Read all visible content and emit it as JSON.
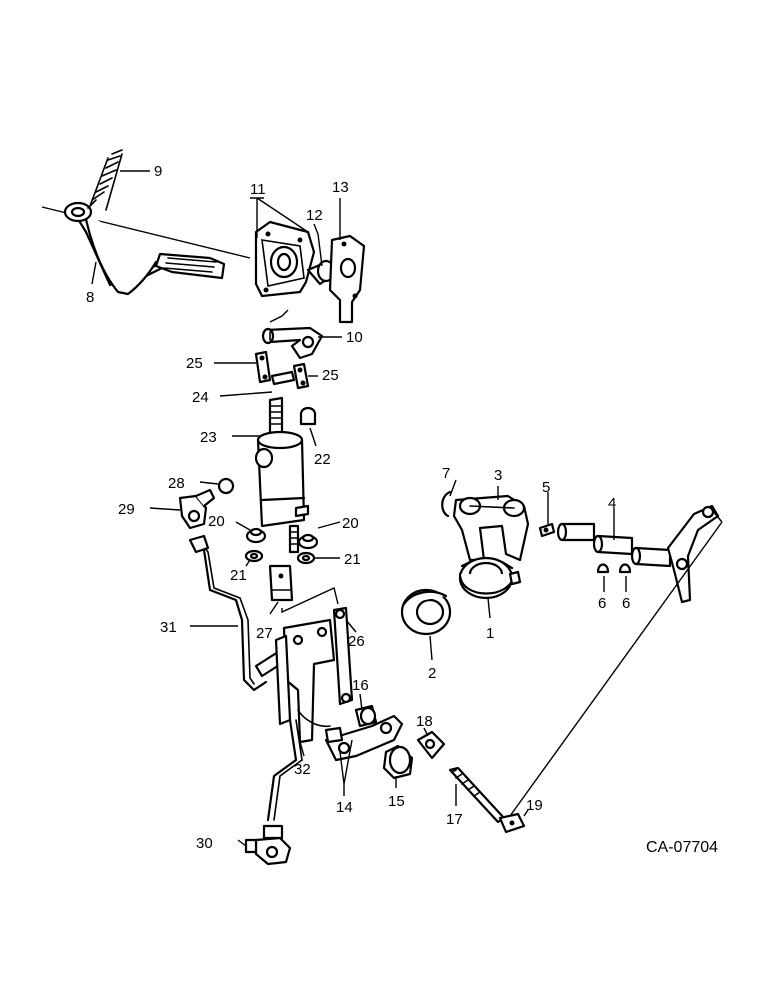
{
  "diagram": {
    "drawing_number": "CA-07704",
    "callouts": {
      "c1": "1",
      "c2": "2",
      "c3": "3",
      "c4": "4",
      "c5": "5",
      "c6a": "6",
      "c6b": "6",
      "c7": "7",
      "c8": "8",
      "c9": "9",
      "c10": "10",
      "c11": "11",
      "c12": "12",
      "c13": "13",
      "c14": "14",
      "c15": "15",
      "c16": "16",
      "c17": "17",
      "c18": "18",
      "c19": "19",
      "c20a": "20",
      "c20b": "20",
      "c21a": "21",
      "c21b": "21",
      "c22": "22",
      "c23": "23",
      "c24": "24",
      "c25a": "25",
      "c25b": "25",
      "c26": "26",
      "c27": "27",
      "c28": "28",
      "c29": "29",
      "c30": "30",
      "c31": "31",
      "c32": "32"
    }
  }
}
